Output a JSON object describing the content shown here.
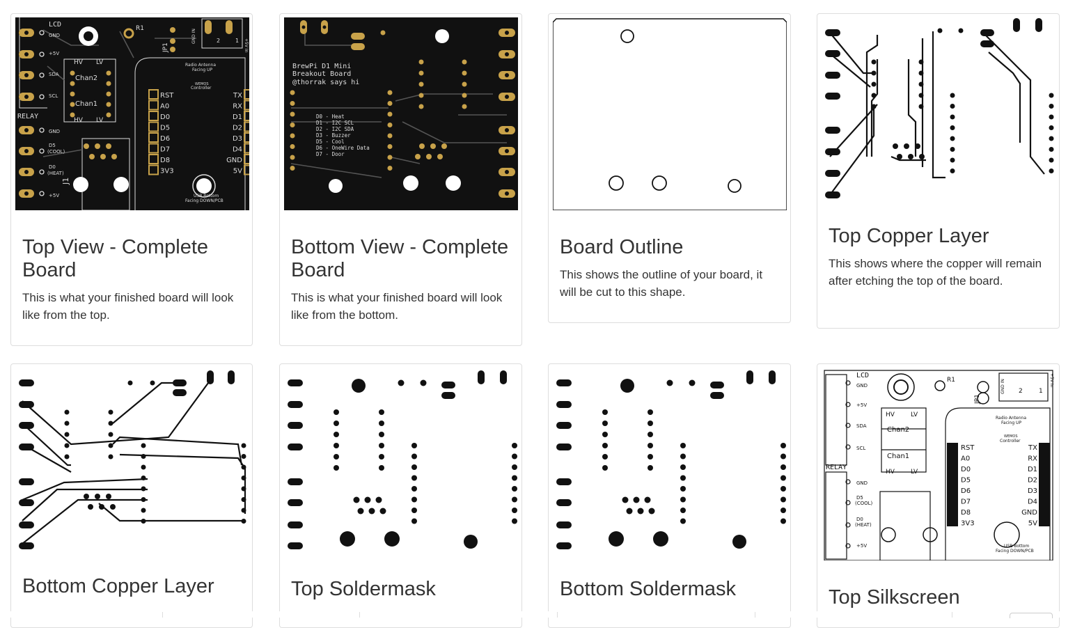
{
  "cards": [
    {
      "title": "Top View - Complete Board",
      "description": "This is what your finished board will look like from the top."
    },
    {
      "title": "Bottom View - Complete Board",
      "description": "This is what your finished board will look like from the bottom."
    },
    {
      "title": "Board Outline",
      "description": "This shows the outline of your board, it will be cut to this shape."
    },
    {
      "title": "Top Copper Layer",
      "description": "This shows where the copper will remain after etching the top of the board."
    },
    {
      "title": "Bottom Copper Layer",
      "description": ""
    },
    {
      "title": "Top Soldermask",
      "description": ""
    },
    {
      "title": "Bottom Soldermask",
      "description": ""
    },
    {
      "title": "Top Silkscreen",
      "description": ""
    }
  ],
  "board_top": {
    "lcd": "LCD",
    "gnd": "GND",
    "v5": "+5V",
    "sda": "SDA",
    "scl": "SCL",
    "relay": "RELAY",
    "d5": "D5",
    "cool": "(COOL)",
    "d0": "D0",
    "heat": "(HEAT)",
    "j1": "J1",
    "r1": "R1",
    "jp1": "JP1",
    "gnd_in": "GND IN",
    "v5_in": "+5V In",
    "n2": "2",
    "n1": "1",
    "hv": "HV",
    "lv": "LV",
    "chan2": "Chan2",
    "chan1": "Chan1",
    "radio": "Radio Antenna",
    "facing_up": "Facing UP",
    "wemos": "WEMOS",
    "controller": "Controller",
    "usb": "USB Bottom",
    "facing_down": "Facing DOWN/PCB",
    "left_pins": [
      "RST",
      "A0",
      "D0",
      "D5",
      "D6",
      "D7",
      "D8",
      "3V3"
    ],
    "right_pins": [
      "TX",
      "RX",
      "D1",
      "D2",
      "D3",
      "D4",
      "GND",
      "5V"
    ]
  },
  "board_bottom": {
    "lines": [
      "BrewPi D1 Mini",
      "Breakout Board",
      "@thorrak says hi"
    ],
    "map": [
      "D0 - Heat",
      "D1 - I2C SCL",
      "D2 - I2C SDA",
      "D3 - Buzzer",
      "D5 - Cool",
      "D6 - OneWire Data",
      "D7 - Door"
    ]
  },
  "colors": {
    "board": "#111111",
    "pad": "#c8a24a",
    "silk": "#ffffff",
    "border": "#dddddd",
    "text": "#333333"
  }
}
